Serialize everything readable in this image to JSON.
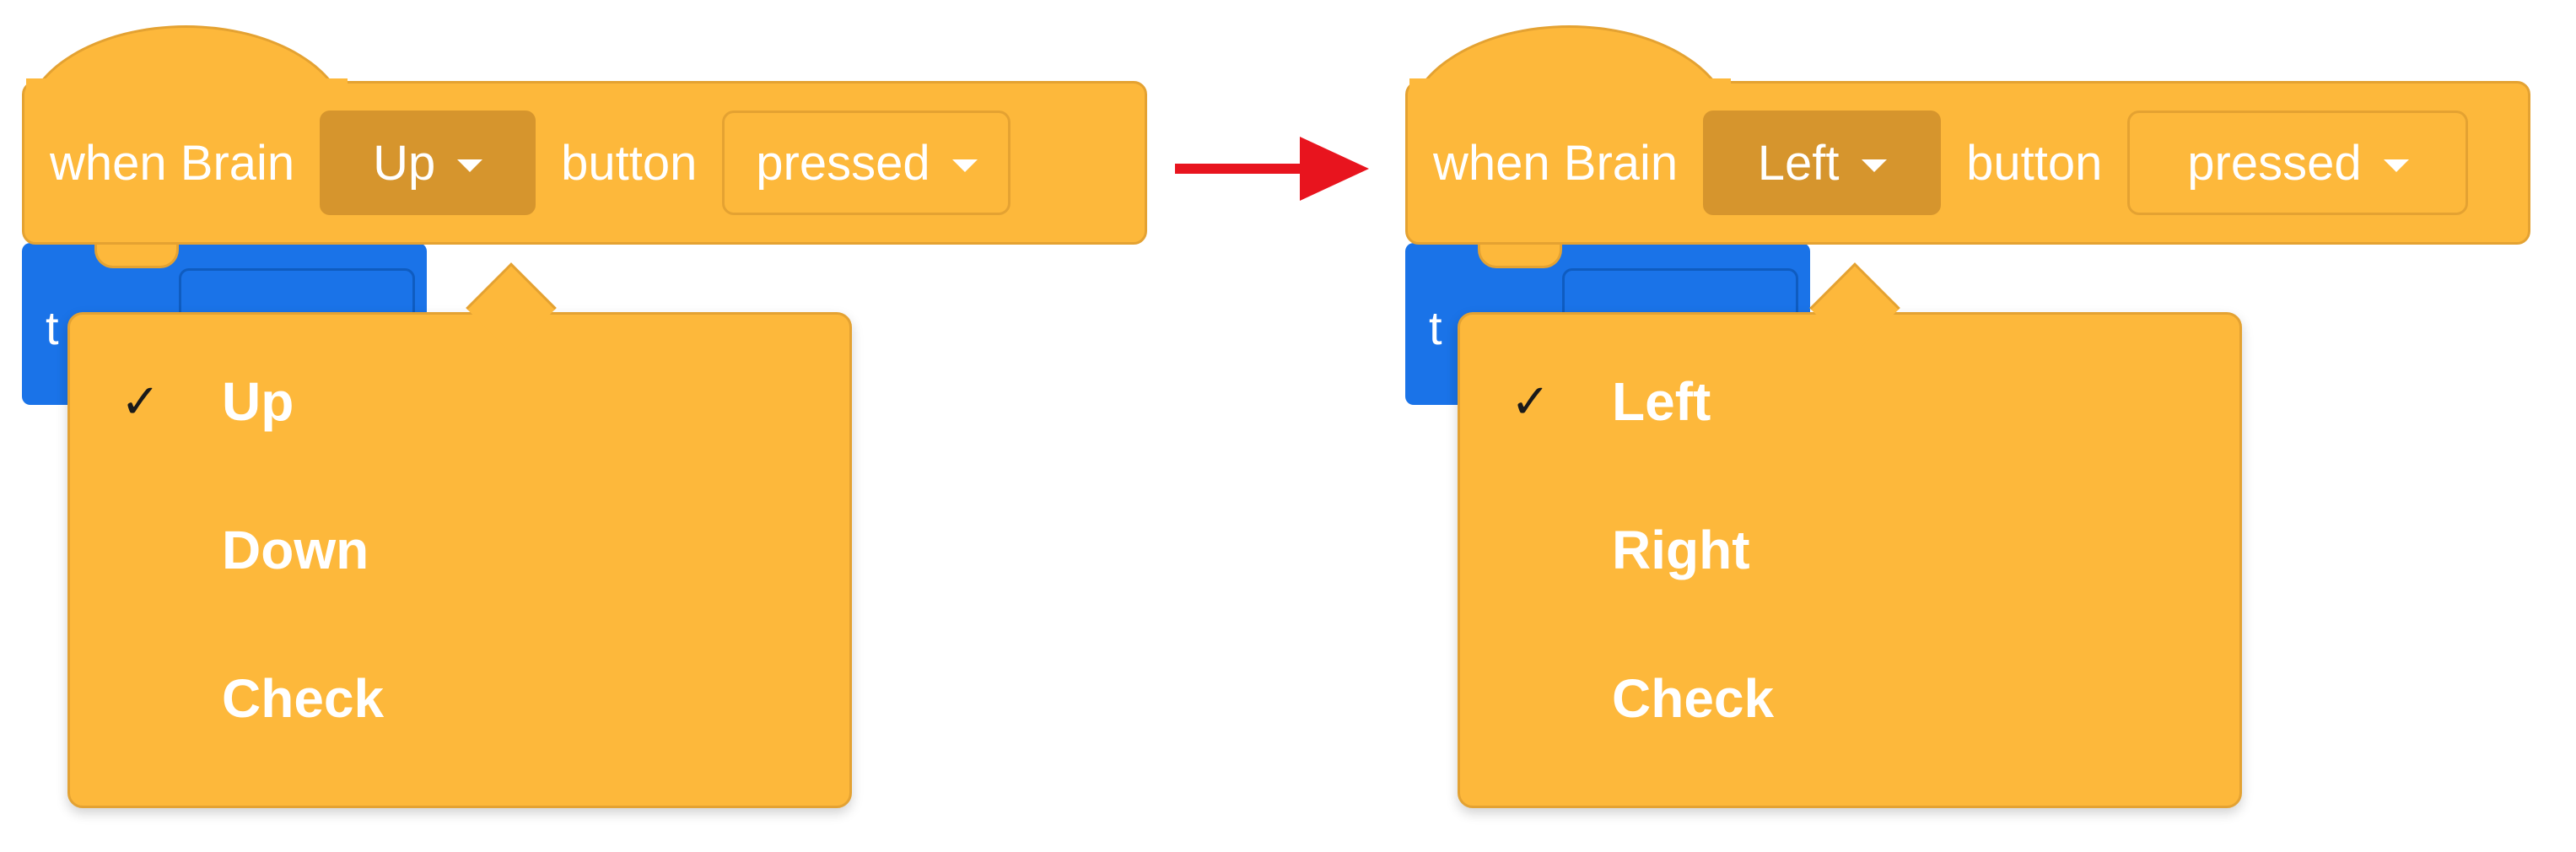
{
  "colors": {
    "event_block": "#fdb83b",
    "event_block_border": "#e4a232",
    "dropdown_active": "#d6952d",
    "motion_block": "#1a73e8",
    "arrow": "#e8141e"
  },
  "before": {
    "hat_block": {
      "prefix": "when Brain",
      "button_value": "Up",
      "middle": "button",
      "state_value": "pressed"
    },
    "stack_block": {
      "label_fragment": "t"
    },
    "menu": {
      "check_mark": "✓",
      "items": [
        "Up",
        "Down",
        "Check"
      ],
      "selected": "Up"
    }
  },
  "after": {
    "hat_block": {
      "prefix": "when Brain",
      "button_value": "Left",
      "middle": "button",
      "state_value": "pressed"
    },
    "stack_block": {
      "label_fragment": "t"
    },
    "menu": {
      "check_mark": "✓",
      "items": [
        "Left",
        "Right",
        "Check"
      ],
      "selected": "Left"
    }
  },
  "transition_arrow": {
    "icon": "arrow-right-icon"
  }
}
